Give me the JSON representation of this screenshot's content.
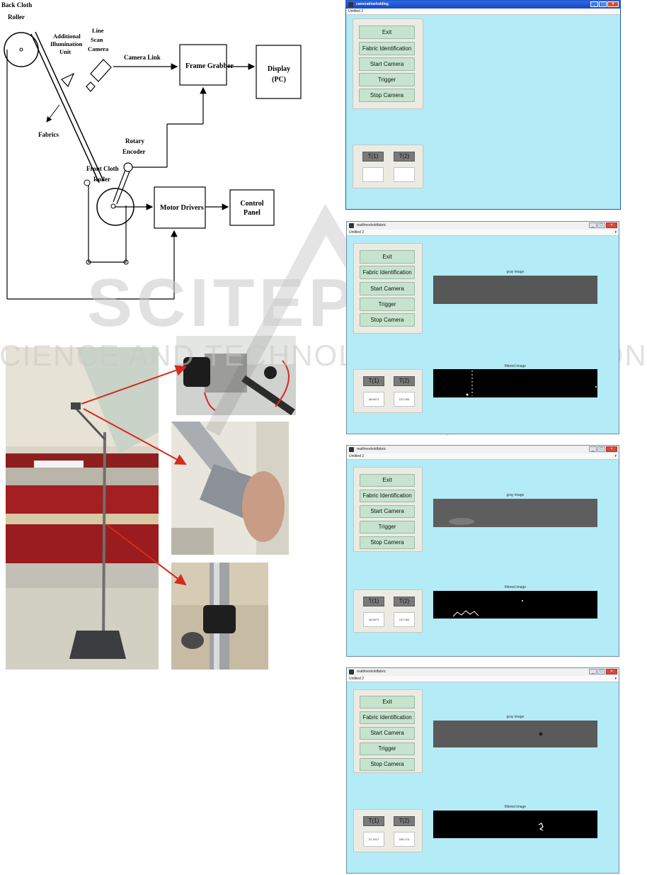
{
  "diagram": {
    "labels": {
      "back_cloth_roller": [
        "Back Cloth",
        "Roller"
      ],
      "additional_illumination_unit": [
        "Additional",
        "Illumination",
        "Unit"
      ],
      "line_scan_camera": [
        "Line",
        "Scan",
        "Camera"
      ],
      "camera_link": "Camera Link",
      "frame_grabber": "Frame Grabber",
      "display_pc": [
        "Display",
        "(PC)"
      ],
      "fabrics": "Fabrics",
      "rotary_encoder": [
        "Rotary",
        "Encoder"
      ],
      "front_cloth_roller": [
        "Front Cloth",
        "Roller"
      ],
      "motor_drivers": "Motor Drivers",
      "control_panel": [
        "Control",
        "Panel"
      ]
    }
  },
  "watermark": {
    "main": "SCITEPRESS",
    "sub": "SCIENCE AND TECHNOLOGY PUBLICATIONS"
  },
  "gui_windows": [
    {
      "title": "cameratimeholding",
      "toolbar_label": "Untitled 2",
      "buttons": [
        "Exit",
        "Fabric Identification",
        "Start Camera",
        "Trigger",
        "Stop Camera"
      ],
      "t1_label": "T(1)",
      "t2_label": "T(2)",
      "t1_value": "",
      "t2_value": "",
      "gray_caption": "",
      "filtered_caption": ""
    },
    {
      "title": "realthresholdfabric",
      "toolbar_label": "Untitled 2",
      "buttons": [
        "Exit",
        "Fabric Identification",
        "Start Camera",
        "Trigger",
        "Stop Camera"
      ],
      "t1_label": "T(1)",
      "t2_label": "T(2)",
      "t1_value": "48.6673",
      "t2_value": "137.000",
      "gray_caption": "gray image",
      "filtered_caption": "filtered image"
    },
    {
      "title": "realthresholdfabric",
      "toolbar_label": "Untitled 2",
      "buttons": [
        "Exit",
        "Fabric Identification",
        "Start Camera",
        "Trigger",
        "Stop Camera"
      ],
      "t1_label": "T(1)",
      "t2_label": "T(2)",
      "t1_value": "48.6673",
      "t2_value": "137.000",
      "gray_caption": "gray image",
      "filtered_caption": "filtered image"
    },
    {
      "title": "realthresholdfabric",
      "toolbar_label": "Untitled 2",
      "buttons": [
        "Exit",
        "Fabric Identification",
        "Start Camera",
        "Trigger",
        "Stop Camera"
      ],
      "t1_label": "T(1)",
      "t2_label": "T(2)",
      "t1_value": "31.1517",
      "t2_value": "166.714",
      "gray_caption": "gray image",
      "filtered_caption": "filtered image"
    }
  ],
  "colors": {
    "window_bg": "#b3ebf7",
    "button": "#c6e4cd",
    "panel": "#ecebe3",
    "arrow_red": "#d42a20"
  }
}
